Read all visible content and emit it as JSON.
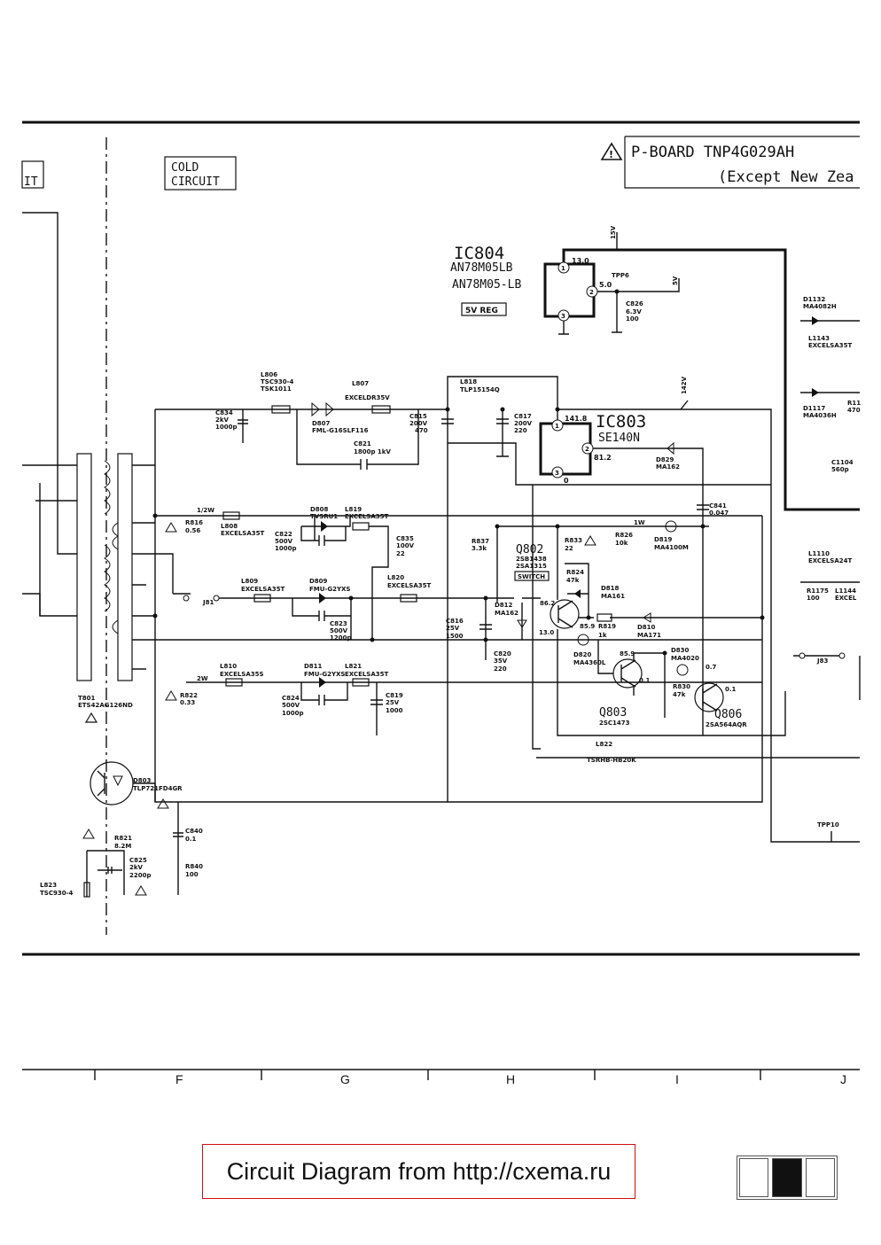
{
  "header": {
    "cold_circuit_line1": "COLD",
    "cold_circuit_line2": "CIRCUIT",
    "left_box_label": "IT",
    "board_title": "P-BOARD TNP4G029AH",
    "board_subtitle": "(Except New Zea"
  },
  "ics": {
    "ic804": {
      "ref": "IC804",
      "part1": "AN78M05LB",
      "part2": "AN78M05-LB",
      "function": "5V REG",
      "pin1_v": "13.0",
      "pin2_v": "5.0"
    },
    "ic803": {
      "ref": "IC803",
      "part": "SE140N",
      "pin1_v": "141.8",
      "pin2_v": "81.2",
      "pin3_v": "0"
    }
  },
  "rails": {
    "v15": "15V",
    "v5": "5V",
    "v142": "142V",
    "tpp6": "TPP6",
    "tpp10": "TPP10"
  },
  "components": {
    "c826": [
      "C826",
      "6.3V",
      "100"
    ],
    "d1132": [
      "D1132",
      "MA4082H"
    ],
    "l1143": [
      "L1143",
      "EXCELSA35T"
    ],
    "d1117": [
      "D1117",
      "MA4036H"
    ],
    "r11": [
      "R11",
      "470"
    ],
    "l806": [
      "L806",
      "TSC930-4",
      "TSK1011"
    ],
    "l807": [
      "L807",
      "EXCELDR35V"
    ],
    "l818": [
      "L818",
      "TLP15154Q"
    ],
    "c834": [
      "C834",
      "2kV",
      "1000p"
    ],
    "d807": [
      "D807",
      "FML-G16SLF116"
    ],
    "c821": [
      "C821",
      "1800p 1kV"
    ],
    "c815": [
      "C815",
      "200V",
      "470"
    ],
    "c817": [
      "C817",
      "200V",
      "220"
    ],
    "d829": [
      "D829",
      "MA162"
    ],
    "c1104": [
      "C1104",
      "560p"
    ],
    "c841": [
      "C841",
      "0.047"
    ],
    "r816": [
      "R816",
      "0.56",
      "1/2W"
    ],
    "l808": [
      "L808",
      "EXCELSA35T"
    ],
    "d808": [
      "D808",
      "TVSRU1"
    ],
    "l819": [
      "L819",
      "EXCELSA35T"
    ],
    "c822": [
      "C822",
      "500V",
      "1000p"
    ],
    "c835": [
      "C835",
      "100V",
      "22"
    ],
    "r837": [
      "R837",
      "3.3k"
    ],
    "q802": [
      "Q802",
      "2SB1438",
      "2SA1315"
    ],
    "q802_fn": "SWITCH",
    "r833": [
      "R833",
      "22"
    ],
    "r826": [
      "R826",
      "10k",
      "1W"
    ],
    "d819": [
      "D819",
      "MA4100M"
    ],
    "l1110": [
      "L1110",
      "EXCELSA24T"
    ],
    "r1175": [
      "R1175",
      "100"
    ],
    "l1144": [
      "L1144",
      "EXCEL"
    ],
    "r824": [
      "R824",
      "47k"
    ],
    "d818": [
      "D818",
      "MA161"
    ],
    "l809": [
      "L809",
      "EXCELSA35T"
    ],
    "d809": [
      "D809",
      "FMU-G2YXS"
    ],
    "l820": [
      "L820",
      "EXCELSA35T"
    ],
    "j81": "J81",
    "d812": [
      "D812",
      "MA162"
    ],
    "c816": [
      "C816",
      "25V",
      "1500"
    ],
    "c823": [
      "C823",
      "500V",
      "1200p"
    ],
    "c820": [
      "C820",
      "35V",
      "220"
    ],
    "r819": [
      "R819",
      "1k"
    ],
    "d810": [
      "D810",
      "MA171"
    ],
    "d820": [
      "D820",
      "MA4360L"
    ],
    "d830": [
      "D830",
      "MA4020"
    ],
    "j83": "J83",
    "l810": [
      "L810",
      "EXCELSA35S"
    ],
    "d811": [
      "D811",
      "FMU-G2YXS"
    ],
    "l821": [
      "L821",
      "EXCELSA35T"
    ],
    "r822": [
      "R822",
      "0.33",
      "2W"
    ],
    "c824": [
      "C824",
      "500V",
      "1000p"
    ],
    "c819": [
      "C819",
      "25V",
      "1000"
    ],
    "r830": [
      "R830",
      "47k"
    ],
    "q803": [
      "Q803",
      "2SC1473"
    ],
    "q806": [
      "Q806",
      "2SA564AQR"
    ],
    "t801": [
      "T801",
      "ETS42AG126ND"
    ],
    "l822": [
      "L822",
      "TSRHB-HB20K"
    ],
    "d803": [
      "D803",
      "TLP721FD4GR"
    ],
    "c840": [
      "C840",
      "0.1"
    ],
    "r840": [
      "R840",
      "100"
    ],
    "r821": [
      "R821",
      "8.2M"
    ],
    "c825": [
      "C825",
      "2kV",
      "2200p"
    ],
    "l823": [
      "L823",
      "TSC930-4"
    ]
  },
  "voltages": {
    "q802_b": "86.2",
    "q802_e": "13.0",
    "v859": "85.9",
    "q803_b": "85.9",
    "q803_e": "0.1",
    "q806_b": "0.7",
    "q806_e": "0.1"
  },
  "grid_columns": [
    "F",
    "G",
    "H",
    "I",
    "J"
  ],
  "footer": {
    "credit": "Circuit Diagram from http://cxema.ru"
  }
}
